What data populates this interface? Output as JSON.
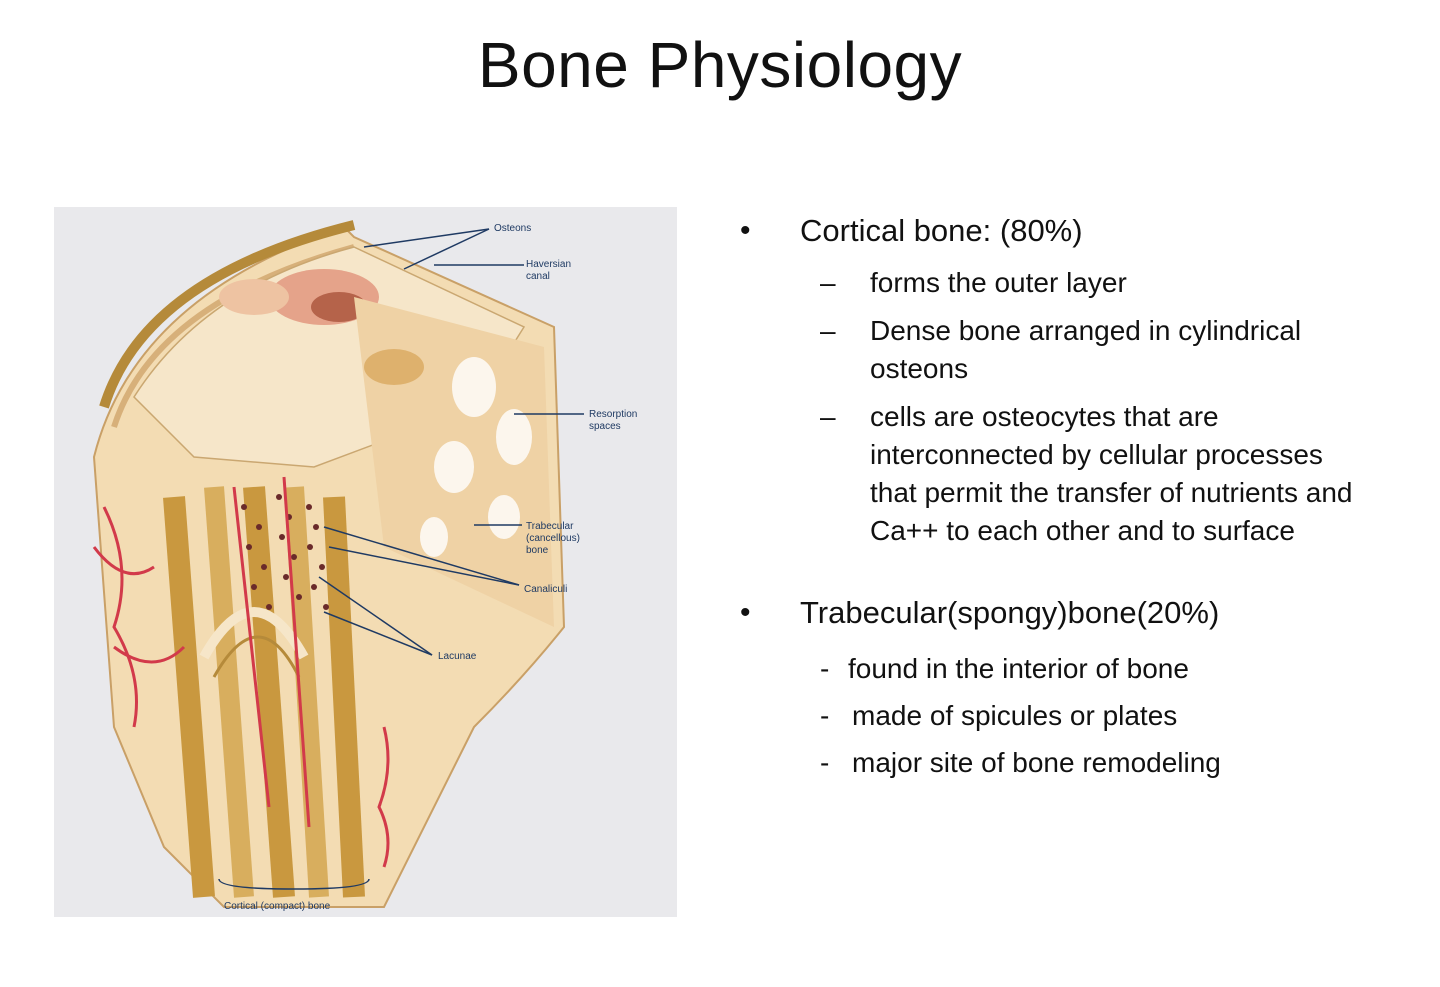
{
  "title": "Bone Physiology",
  "figure": {
    "labels": {
      "osteons": "Osteons",
      "haversian": "Haversian\ncanal",
      "resorption": "Resorption\nspaces",
      "trabecular": "Trabecular\n(cancellous)\nbone",
      "canaliculi": "Canaliculi",
      "lacunae": "Lacunae",
      "cortical": "Cortical (compact) bone"
    }
  },
  "bullets": [
    {
      "marker": "•",
      "text": "Cortical bone: (80%)",
      "subs": [
        {
          "marker": "–",
          "text": "forms the outer layer"
        },
        {
          "marker": "–",
          "text": "Dense bone arranged in cylindrical osteons"
        },
        {
          "marker": "–",
          "text": "cells are osteocytes that are interconnected by cellular processes that permit the transfer of nutrients and Ca++ to each other and to surface"
        }
      ]
    },
    {
      "marker": "•",
      "text": "Trabecular(spongy)bone(20%)",
      "subs": [
        {
          "marker": "-",
          "text": "found in the interior of bone"
        },
        {
          "marker": "-",
          "text": "made of spicules or plates"
        },
        {
          "marker": "-",
          "text": "major site of bone remodeling"
        }
      ]
    }
  ]
}
